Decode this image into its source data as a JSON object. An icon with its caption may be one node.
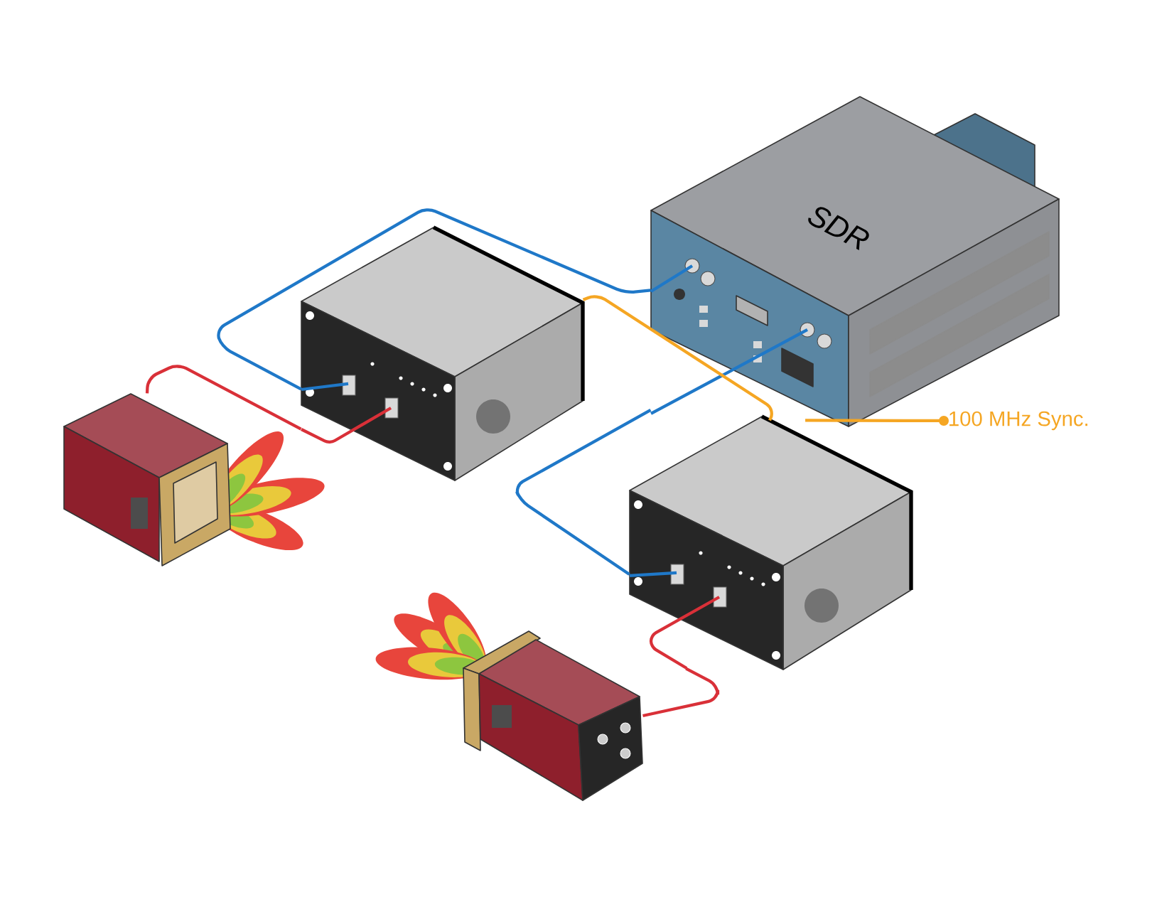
{
  "diagram": {
    "nodes": [
      {
        "text": [
          "SDR"
        ]
      },
      {
        "text": [],
        "shape": "box"
      },
      {
        "text": [],
        "shape": "box"
      },
      {
        "text": [],
        "shape": "box"
      },
      {
        "text": [],
        "shape": "box"
      },
      {
        "text": [
          "100 MHz Sync."
        ]
      }
    ],
    "edges": [
      {
        "from": 0,
        "to": 1,
        "arrow": "none",
        "color": "#1f78c8"
      },
      {
        "from": 0,
        "to": 2,
        "arrow": "none",
        "color": "#1f78c8"
      },
      {
        "from": 1,
        "to": 3,
        "arrow": "none",
        "color": "#d93038"
      },
      {
        "from": 2,
        "to": 4,
        "arrow": "none",
        "color": "#d93038"
      },
      {
        "from": 1,
        "to": 2,
        "arrow": "none",
        "color": "#f5a623"
      },
      {
        "from": 5,
        "to": 2,
        "arrow": "other",
        "color": "#f5a623"
      }
    ]
  }
}
